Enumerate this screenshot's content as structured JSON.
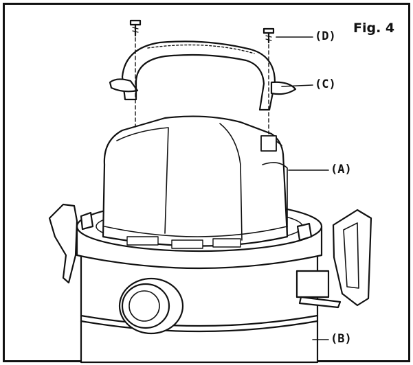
{
  "figure": {
    "title": "Fig. 4",
    "labels": {
      "a": "(A)",
      "b": "(B)",
      "c": "(C)",
      "d": "(D)"
    }
  }
}
